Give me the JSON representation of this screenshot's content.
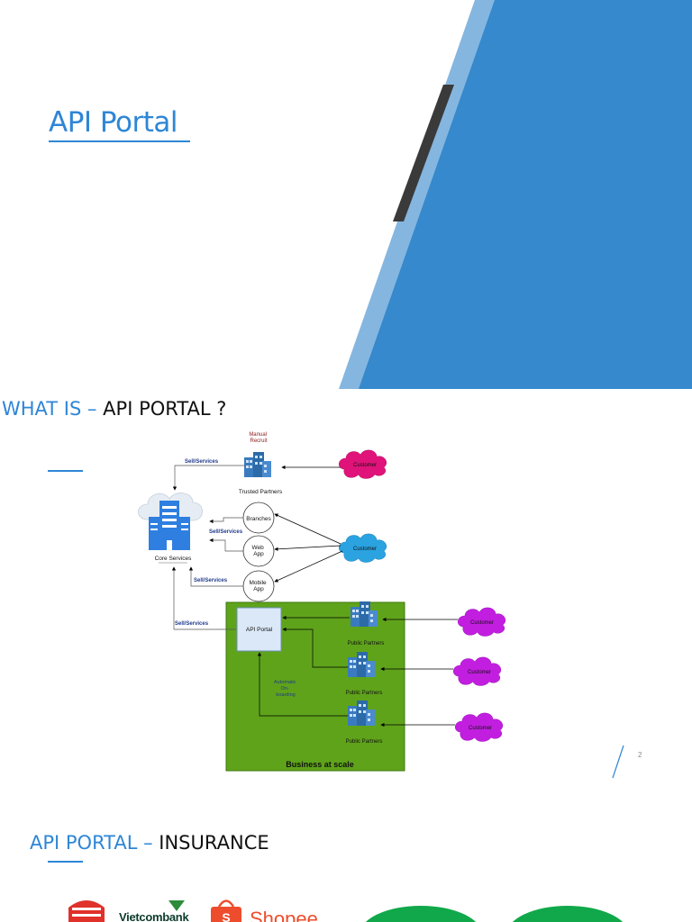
{
  "slide1": {
    "title": "API Portal",
    "colors": {
      "accent": "#2e86d6",
      "panel_blue": "#3589cc",
      "panel_light": "#85b6e0",
      "dark_stripe": "#3a3a3a"
    }
  },
  "slide2": {
    "heading_accent": "WHAT IS – ",
    "heading_rest": "API PORTAL ?",
    "page_number": "2",
    "diagram": {
      "manual_recruit": "Manual\nRecruit",
      "trusted_partners": "Trusted Partners",
      "core_services": "Core Services",
      "branches": "Branches",
      "web_app": "Web\nApp",
      "mobile_app": "Mobile\nApp",
      "sell_services": "Sell/Services",
      "customer": "Customer",
      "api_portal": "API Portal",
      "public_partners": "Public Partners",
      "automatic_onboarding": "Automatic\nOn-\nboarding",
      "business_at_scale": "Business at scale",
      "colors": {
        "green": "#5fa31b",
        "magenta": "#e0137a",
        "cyan": "#2aa3e0",
        "purple": "#c21ee0",
        "building": "#3a7bbf",
        "arrow_blue": "#1f3a8a"
      }
    }
  },
  "slide3": {
    "heading_accent": "API PORTAL – ",
    "heading_rest": "INSURANCE",
    "logos": {
      "vietcombank": "Vietcombank",
      "shopee": "Shopee"
    }
  }
}
